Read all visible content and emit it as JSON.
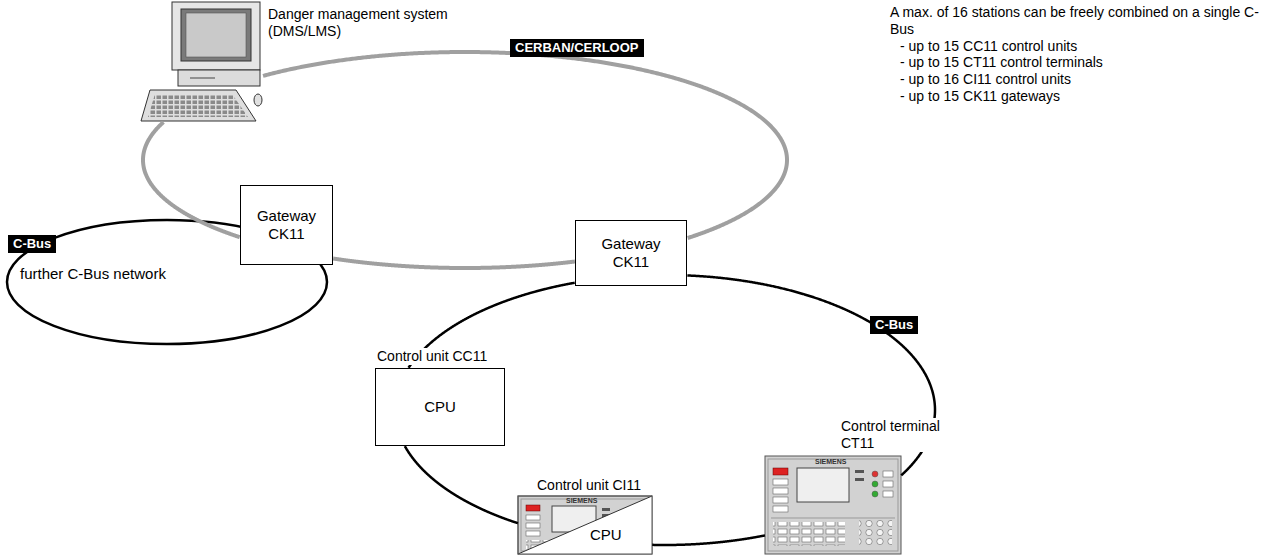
{
  "diagram": {
    "nodes": [
      {
        "text": [
          "Danger management system (DMS/LMS)"
        ]
      },
      {
        "text": [
          "Gateway CK11"
        ]
      },
      {
        "text": [
          "Gateway CK11"
        ]
      },
      {
        "text": [
          "Control unit CC11",
          "CPU"
        ]
      },
      {
        "text": [
          "Control unit CI11",
          "CPU"
        ]
      },
      {
        "text": [
          "Control terminal CT11"
        ]
      }
    ],
    "edges": [
      {
        "from": 0,
        "to": 1,
        "arrow": "none"
      },
      {
        "from": 0,
        "to": 2,
        "arrow": "none"
      },
      {
        "from": 1,
        "to": 2,
        "arrow": "none"
      },
      {
        "from": 2,
        "to": 3,
        "arrow": "none"
      },
      {
        "from": 3,
        "to": 4,
        "arrow": "none"
      },
      {
        "from": 4,
        "to": 5,
        "arrow": "none"
      },
      {
        "from": 5,
        "to": 2,
        "arrow": "none"
      }
    ],
    "labels": [
      "CERBAN/CERLOOP",
      "A max. of 16 stations can be freely combined on a single C-Bus",
      "- up to 15 CC11 control units",
      "- up to 15 CT11 control terminals",
      "- up to 16 CI11 control units",
      "- up to 15 CK11 gateways",
      "C-Bus",
      "further C-Bus network",
      "C-Bus",
      "SIEMENS",
      "SIEMENS"
    ]
  }
}
